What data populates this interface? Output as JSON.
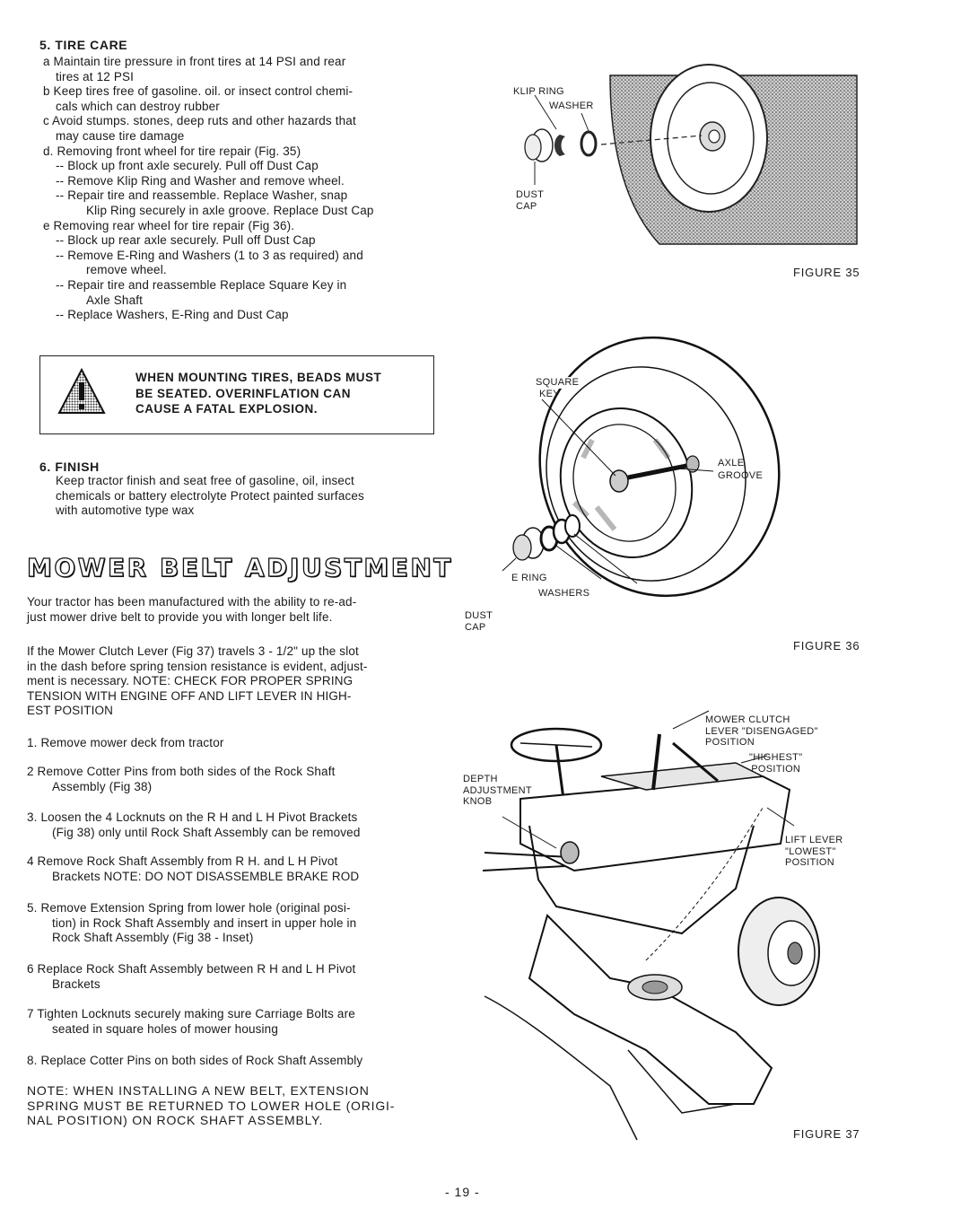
{
  "tire_care": {
    "heading": "5. TIRE CARE",
    "lines": [
      "a  Maintain tire pressure in front tires at 14 PSI and rear",
      "tires at 12 PSI",
      "b  Keep tires free of gasoline. oil. or insect control chemi-",
      "cals which can destroy rubber",
      "c  Avoid stumps. stones, deep ruts and other hazards that",
      "may cause tire damage",
      "d. Removing front wheel for tire repair (Fig. 35)",
      "-- Block up front axle securely. Pull off Dust Cap",
      "-- Remove Klip Ring and Washer and remove wheel.",
      "-- Repair tire and reassemble. Replace Washer, snap",
      "Klip Ring securely in axle groove. Replace Dust Cap",
      "e  Removing rear wheel for tire repair (Fig 36).",
      "-- Block up rear axle securely. Pull off Dust Cap",
      "-- Remove E-Ring and Washers (1 to 3 as required) and",
      "remove wheel.",
      "-- Repair tire and reassemble  Replace Square Key in",
      "Axle Shaft",
      "-- Replace Washers, E-Ring and Dust Cap"
    ]
  },
  "warning": {
    "lines": [
      "WHEN MOUNTING TIRES, BEADS MUST",
      "BE  SEATED.  OVERINFLATION  CAN",
      "CAUSE A FATAL EXPLOSION."
    ]
  },
  "finish": {
    "heading": "6. FINISH",
    "lines": [
      "Keep tractor finish and seat free of gasoline, oil, insect",
      "chemicals or battery electrolyte  Protect painted surfaces",
      "with automotive type wax"
    ]
  },
  "belt": {
    "title": "MOWER BELT ADJUSTMENT",
    "intro": [
      "Your tractor has been manufactured with the ability to re-ad-",
      "just mower drive belt to provide you with longer belt life."
    ],
    "para": [
      "If the Mower Clutch Lever (Fig 37) travels 3 - 1/2\" up the slot",
      "in the dash before spring tension resistance is evident, adjust-",
      "ment is necessary. NOTE: CHECK FOR PROPER SPRING",
      "TENSION WITH ENGINE OFF AND LIFT LEVER IN HIGH-",
      "EST POSITION"
    ],
    "step1": "1. Remove mower deck from tractor",
    "step2": [
      "2  Remove Cotter Pins from both sides of the Rock Shaft",
      "Assembly (Fig  38)"
    ],
    "step3": [
      "3. Loosen the 4 Locknuts on the R H  and L H  Pivot Brackets",
      "(Fig  38) only until Rock Shaft Assembly can be removed"
    ],
    "step4": [
      "4  Remove Rock Shaft Assembly from R H. and L H  Pivot",
      "Brackets NOTE: DO NOT DISASSEMBLE BRAKE ROD"
    ],
    "step5": [
      "5. Remove Extension Spring from lower hole (original posi-",
      "tion) in Rock Shaft Assembly and insert in upper hole in",
      "Rock Shaft Assembly (Fig  38 - Inset)"
    ],
    "step6": [
      "6  Replace Rock Shaft Assembly between R H  and L H  Pivot",
      "Brackets"
    ],
    "step7": [
      "7  Tighten Locknuts securely making sure Carriage Bolts are",
      "seated in square holes of mower housing"
    ],
    "step8": "8. Replace Cotter Pins on both sides of Rock Shaft Assembly",
    "note": [
      "NOTE: WHEN INSTALLING A NEW BELT, EXTENSION",
      "SPRING MUST BE RETURNED TO LOWER HOLE (ORIGI-",
      "NAL POSITION) ON ROCK SHAFT ASSEMBLY."
    ]
  },
  "fig35": {
    "caption": "FIGURE 35",
    "klip_ring": "KLIP RING",
    "washer": "WASHER",
    "dust": "DUST",
    "cap": "CAP"
  },
  "fig36": {
    "caption": "FIGURE 36",
    "square": "SQUARE",
    "key": "KEY",
    "axle": "AXLE",
    "groove": "GROOVE",
    "ering": "E RING",
    "washers": "WASHERS",
    "dust": "DUST",
    "cap": "CAP"
  },
  "fig37": {
    "caption": "FIGURE 37",
    "mower_clutch": [
      "MOWER CLUTCH",
      "LEVER \"DISENGAGED\"",
      "POSITION"
    ],
    "highest": [
      "\"HIGHEST\"",
      "POSITION"
    ],
    "depth": [
      "DEPTH",
      "ADJUSTMENT",
      "KNOB"
    ],
    "lift": [
      "LIFT LEVER",
      "\"LOWEST\"",
      "POSITION"
    ]
  },
  "page_number": "- 19 -"
}
